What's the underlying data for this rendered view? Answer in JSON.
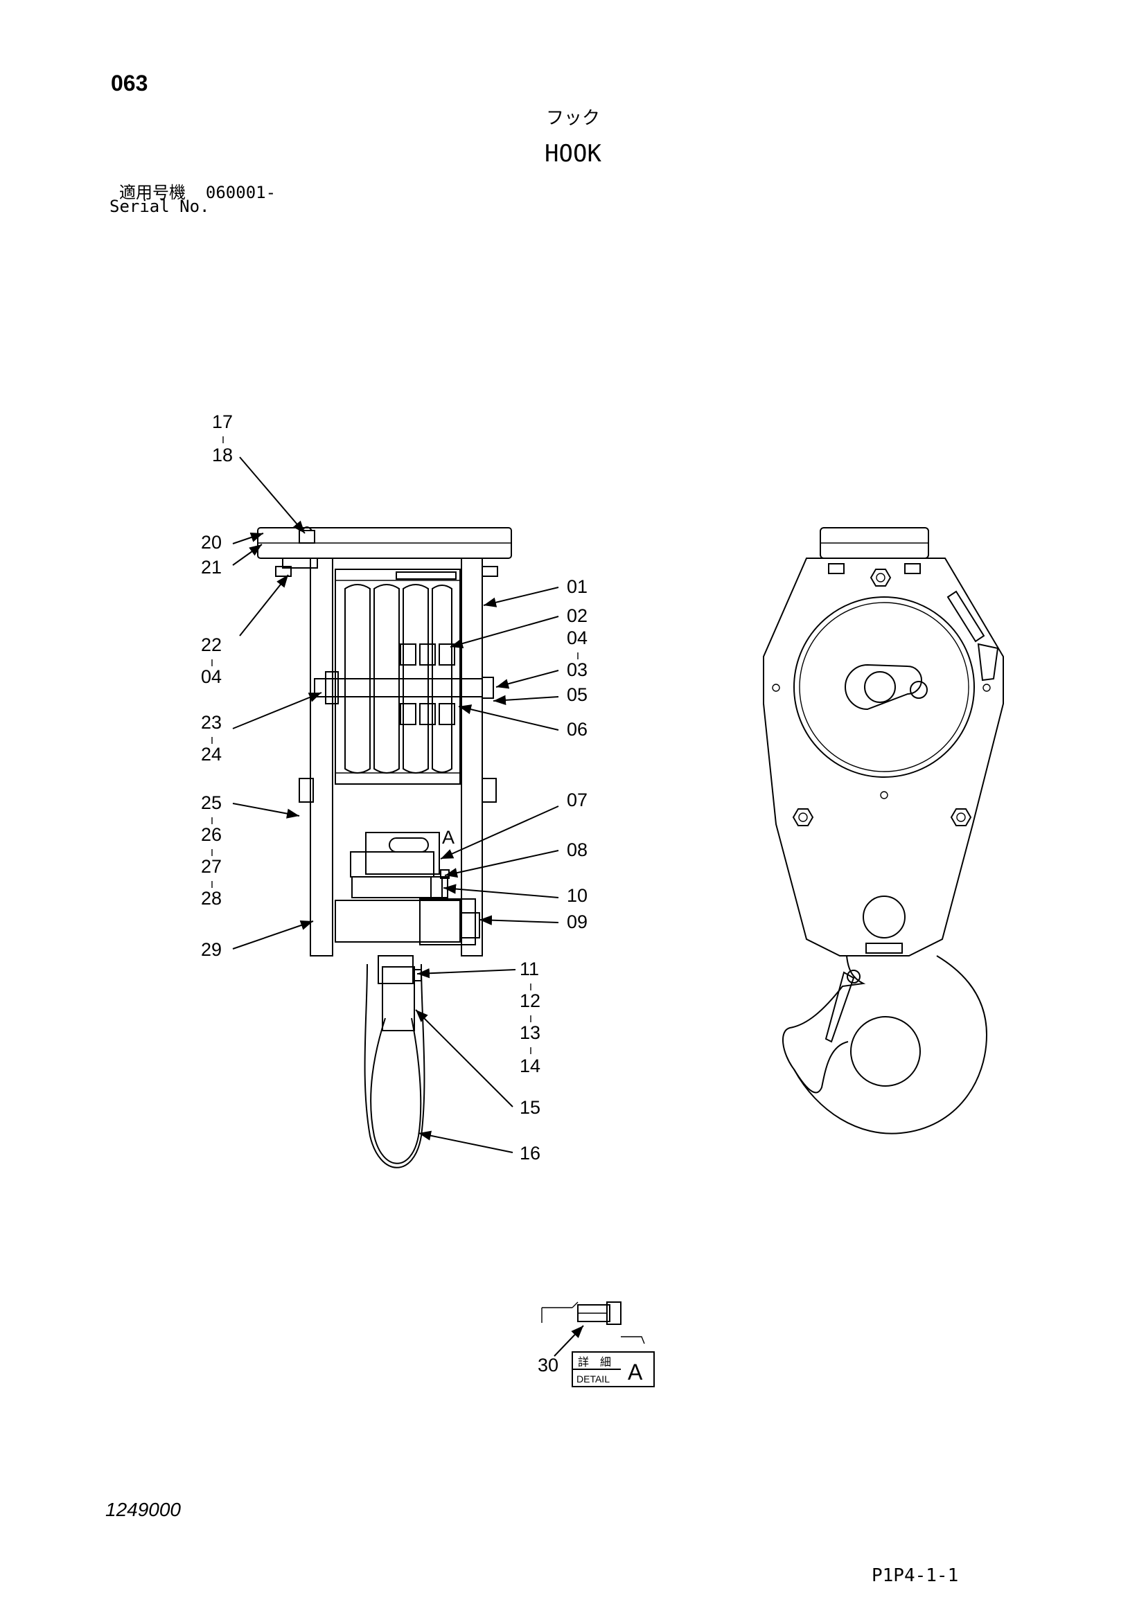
{
  "header": {
    "page_number": "063",
    "title_jp": "フック",
    "title_en": "HOOK",
    "serial_label_jp": "適用号機",
    "serial_value": "060001-",
    "serial_label_en": "Serial No."
  },
  "callouts": {
    "c17": "17",
    "c18": "18",
    "c20": "20",
    "c21": "21",
    "c22": "22",
    "c04a": "04",
    "c23": "23",
    "c24": "24",
    "c25": "25",
    "c26": "26",
    "c27": "27",
    "c28": "28",
    "c29": "29",
    "c01": "01",
    "c02": "02",
    "c04b": "04",
    "c03": "03",
    "c05": "05",
    "c06": "06",
    "c07": "07",
    "c08": "08",
    "c10": "10",
    "c09": "09",
    "c11": "11",
    "c12": "12",
    "c13": "13",
    "c14": "14",
    "c15": "15",
    "c16": "16",
    "c30": "30",
    "label_a": "A"
  },
  "detail": {
    "jp": "詳　細",
    "en": "DETAIL",
    "letter": "A"
  },
  "footer": {
    "drawing_number": "1249000",
    "page_code": "P1P4-1-1"
  }
}
